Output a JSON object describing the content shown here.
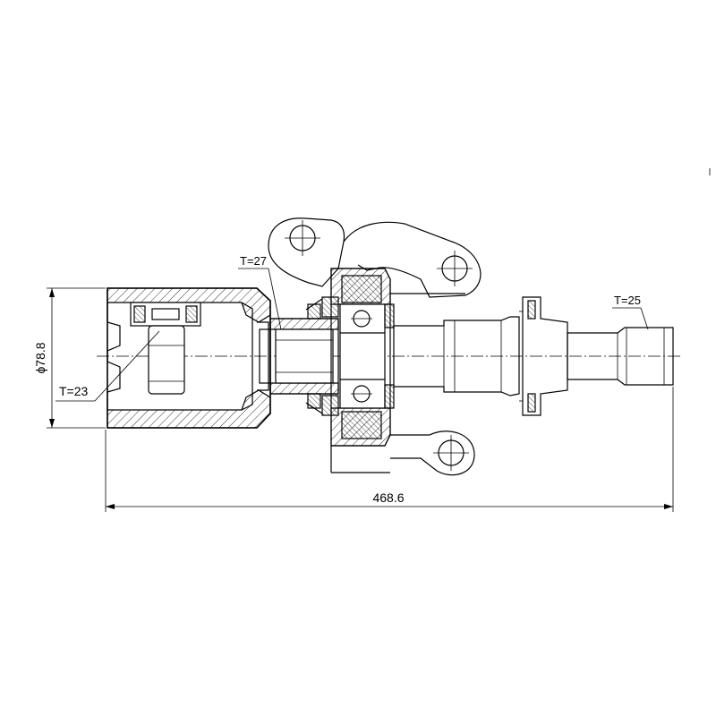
{
  "drawing": {
    "overall_length_label": "468.6",
    "diameter_label": "ϕ78.8",
    "spline_inner_label": "T=23",
    "spline_mid_label": "T=27",
    "spline_outer_label": "T=25"
  }
}
